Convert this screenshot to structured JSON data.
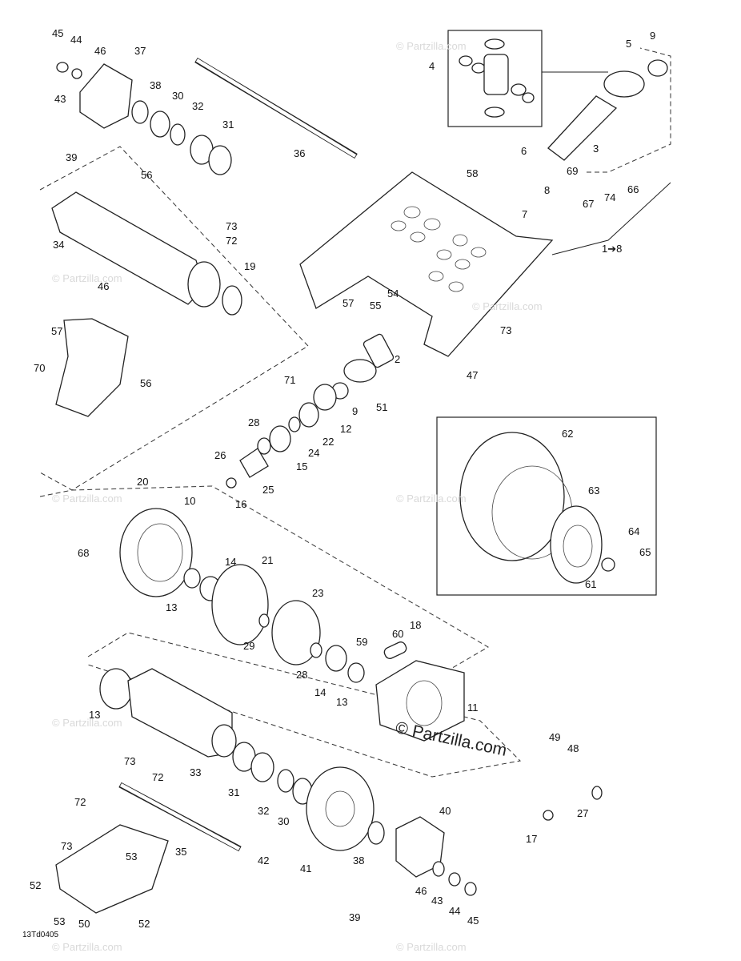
{
  "diagram": {
    "figure_code": "13Td0405",
    "watermark_small": "© Partzilla.com",
    "watermark_main": "© Partzilla.com",
    "callouts": {
      "c45a": "45",
      "c44a": "44",
      "c46a": "46",
      "c37": "37",
      "c38a": "38",
      "c30a": "30",
      "c32a": "32",
      "c43a": "43",
      "c39a": "39",
      "c31a": "31",
      "c36": "36",
      "c4": "4",
      "c5": "5",
      "c9a": "9",
      "c3": "3",
      "c6": "6",
      "c58": "58",
      "c69": "69",
      "c8": "8",
      "c7": "7",
      "c66": "66",
      "c67": "67",
      "c74": "74",
      "c1to8": "1➔8",
      "c56a": "56",
      "c34": "34",
      "c73a": "73",
      "c72a": "72",
      "c19": "19",
      "c46b": "46",
      "c57a": "57",
      "c57b": "57",
      "c54": "54",
      "c55": "55",
      "c70": "70",
      "c56b": "56",
      "c73b": "73",
      "c47": "47",
      "c2": "2",
      "c71": "71",
      "c9b": "9",
      "c51": "51",
      "c28a": "28",
      "c12": "12",
      "c22": "22",
      "c24": "24",
      "c26": "26",
      "c15": "15",
      "c25": "25",
      "c16": "16",
      "c62": "62",
      "c63": "63",
      "c64": "64",
      "c65": "65",
      "c61": "61",
      "c20": "20",
      "c10": "10",
      "c68": "68",
      "c14a": "14",
      "c21": "21",
      "c13a": "13",
      "c23": "23",
      "c18": "18",
      "c60": "60",
      "c59": "59",
      "c29": "29",
      "c28b": "28",
      "c14b": "14",
      "c13b": "13",
      "c11": "11",
      "c13c": "13",
      "c49": "49",
      "c48": "48",
      "c73c": "73",
      "c72b": "72",
      "c33": "33",
      "c31b": "31",
      "c27": "27",
      "c32b": "32",
      "c30b": "30",
      "c40": "40",
      "c17": "17",
      "c72c": "72",
      "c73d": "73",
      "c35": "35",
      "c42": "42",
      "c41": "41",
      "c38b": "38",
      "c53a": "53",
      "c52a": "52",
      "c46c": "46",
      "c43b": "43",
      "c44b": "44",
      "c53b": "53",
      "c50": "50",
      "c52b": "52",
      "c39b": "39",
      "c45b": "45"
    }
  }
}
